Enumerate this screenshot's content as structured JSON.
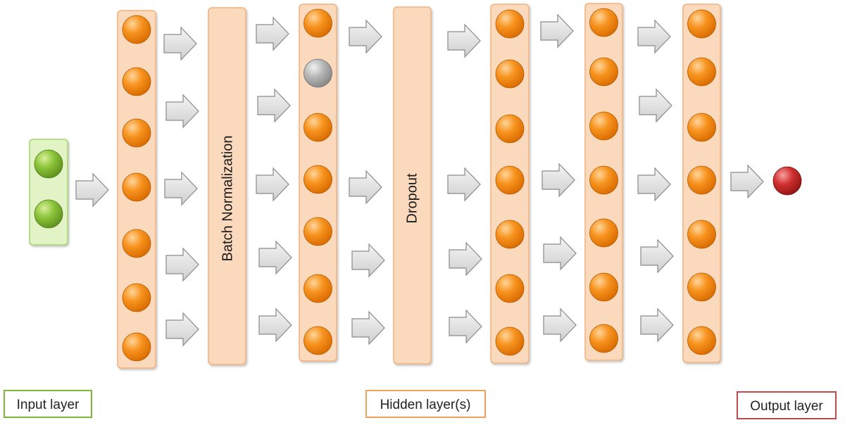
{
  "diagram": {
    "title": "",
    "colors": {
      "input_panel_fill": "#e2f4c6",
      "input_panel_border": "#a8d36b",
      "input_node": "#7fb52e",
      "hidden_panel_fill": "#fbd9bd",
      "hidden_panel_border": "#f0b27f",
      "hidden_node": "#f28a1a",
      "dropped_node": "#a8a8a8",
      "output_node": "#c2262b",
      "arrow_fill": "#e0e0e0",
      "arrow_stroke": "#8a8a8a",
      "input_label_border": "#7fb53a",
      "hidden_label_border": "#f0a05a",
      "output_label_border": "#b84a4a"
    },
    "layers": [
      {
        "id": "input",
        "kind": "input",
        "nodes": 2
      },
      {
        "id": "dense-1",
        "kind": "dense",
        "nodes": 7
      },
      {
        "id": "batchnorm",
        "kind": "op",
        "label": "Batch Normalization"
      },
      {
        "id": "dense-2",
        "kind": "dense",
        "nodes": 7,
        "dropped_node_index": 1
      },
      {
        "id": "dropout",
        "kind": "op",
        "label": "Dropout"
      },
      {
        "id": "dense-3",
        "kind": "dense",
        "nodes": 7
      },
      {
        "id": "dense-4",
        "kind": "dense",
        "nodes": 7
      },
      {
        "id": "dense-5",
        "kind": "dense",
        "nodes": 7
      },
      {
        "id": "output",
        "kind": "output",
        "nodes": 1
      }
    ],
    "labels": {
      "input": "Input layer",
      "hidden": "Hidden layer(s)",
      "output": "Output layer"
    }
  }
}
